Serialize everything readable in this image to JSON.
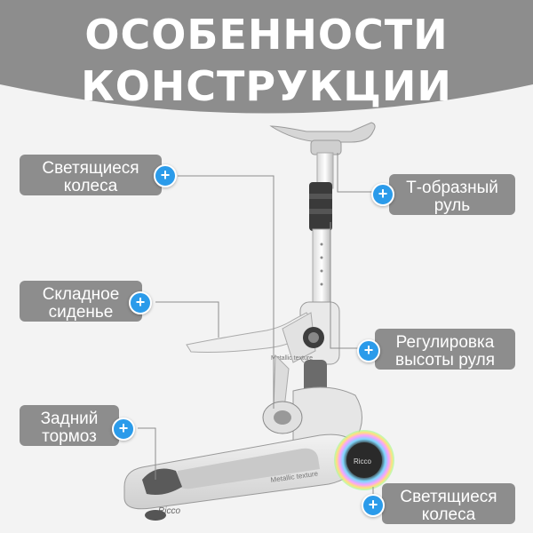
{
  "header": {
    "line1": "ОСОБЕННОСТИ",
    "line2": "КОНСТРУКЦИИ",
    "bg_color": "#8d8d8d"
  },
  "callouts": [
    {
      "id": "glowing-wheels-top",
      "line1": "Светящиеся",
      "line2": "колеса",
      "icon": "plus-icon"
    },
    {
      "id": "t-handle",
      "line1": "Т-образный",
      "line2": "руль",
      "icon": "plus-icon"
    },
    {
      "id": "folding-seat",
      "line1": "Складное",
      "line2": "сиденье",
      "icon": "plus-icon"
    },
    {
      "id": "height-adjust",
      "line1": "Регулировка",
      "line2": "высоты руля",
      "icon": "plus-icon"
    },
    {
      "id": "rear-brake",
      "line1": "Задний",
      "line2": "тормоз",
      "icon": "plus-icon"
    },
    {
      "id": "glowing-wheels-bottom",
      "line1": "Светящиеся",
      "line2": "колеса",
      "icon": "plus-icon"
    }
  ],
  "product": {
    "brand": "Ricco",
    "deck_text": "Metallic texture",
    "seat_text": "Metallic texture"
  },
  "colors": {
    "accent": "#2b9bea",
    "label_bg": "#8d8d8d"
  }
}
